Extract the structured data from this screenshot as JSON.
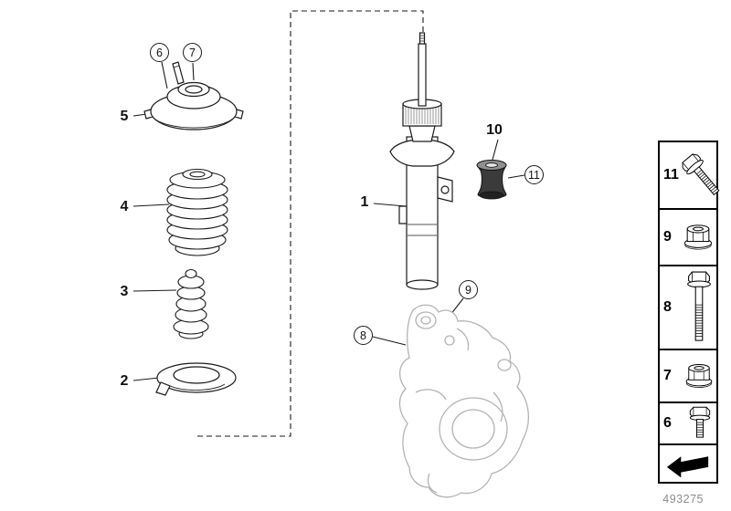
{
  "figure": {
    "part_number_label": "493275"
  },
  "callouts": [
    {
      "label": "1",
      "style": "plain"
    },
    {
      "label": "2",
      "style": "plain"
    },
    {
      "label": "3",
      "style": "plain"
    },
    {
      "label": "4",
      "style": "plain"
    },
    {
      "label": "5",
      "style": "plain"
    },
    {
      "label": "6",
      "style": "circled"
    },
    {
      "label": "7",
      "style": "circled"
    },
    {
      "label": "8",
      "style": "circled"
    },
    {
      "label": "9",
      "style": "circled"
    },
    {
      "label": "10",
      "style": "plain"
    },
    {
      "label": "11",
      "style": "circled"
    }
  ],
  "legend": [
    {
      "number": "11",
      "icon": "flange-bolt-angled-icon"
    },
    {
      "number": "9",
      "icon": "flange-nut-icon"
    },
    {
      "number": "8",
      "icon": "flange-bolt-long-icon"
    },
    {
      "number": "7",
      "icon": "flange-nut-icon"
    },
    {
      "number": "6",
      "icon": "flange-bolt-short-icon"
    },
    {
      "number": "",
      "icon": "continuation-arrow-icon"
    }
  ],
  "colors": {
    "line": "#1a1a1a",
    "faint_part": "#b3b3b3",
    "damper_fill": "#3b3b3b",
    "part_number_text": "#8c8c8c"
  }
}
